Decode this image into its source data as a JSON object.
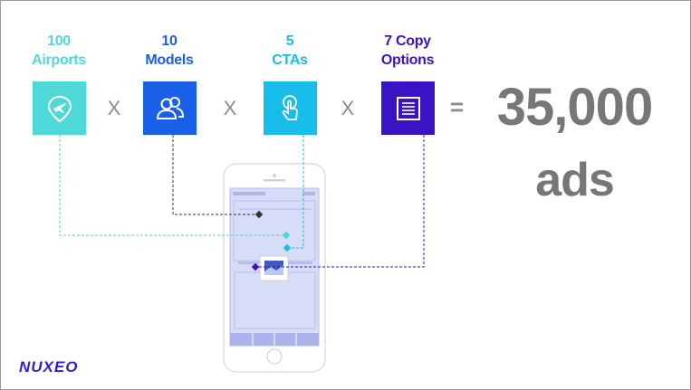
{
  "factors": [
    {
      "count": "100",
      "label": "Airports",
      "color": "#4fd8d8",
      "icon": "plane-location-icon"
    },
    {
      "count": "10",
      "label": "Models",
      "color": "#1a5fe8",
      "icon": "people-icon"
    },
    {
      "count": "5",
      "label": "CTAs",
      "color": "#19bde9",
      "icon": "tap-finger-icon"
    },
    {
      "count": "7 Copy",
      "label": "Options",
      "color": "#3a13c4",
      "icon": "document-lines-icon"
    }
  ],
  "operators": {
    "times": "X",
    "equals": "="
  },
  "result": {
    "value": "35,000",
    "unit": "ads"
  },
  "brand": {
    "logo": "NUXEO",
    "color": "#2c1fd6"
  }
}
